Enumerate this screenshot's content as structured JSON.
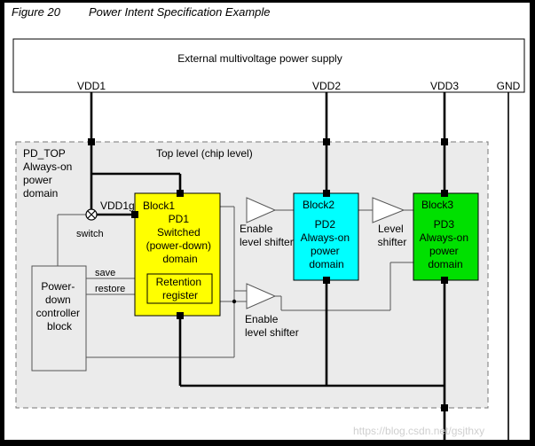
{
  "figure": {
    "number": "Figure 20",
    "title": "Power Intent Specification Example"
  },
  "supply": {
    "title": "External multivoltage power supply"
  },
  "rails": {
    "vdd1": "VDD1",
    "vdd2": "VDD2",
    "vdd3": "VDD3",
    "gnd": "GND"
  },
  "pd_top": {
    "line1": "PD_TOP",
    "line2": "Always-on",
    "line3": "power",
    "line4": "domain"
  },
  "top_level": "Top level (chip level)",
  "vdd1g": "VDD1g",
  "switch_label": "switch",
  "controller": {
    "line1": "Power-",
    "line2": "down",
    "line3": "controller",
    "line4": "block"
  },
  "save": "save",
  "restore": "restore",
  "block1": {
    "name": "Block1",
    "line1": "PD1",
    "line2": "Switched",
    "line3": "(power-down)",
    "line4": "domain",
    "color": "#ffff00"
  },
  "retention": {
    "line1": "Retention",
    "line2": "register"
  },
  "block2": {
    "name": "Block2",
    "line1": "PD2",
    "line2": "Always-on",
    "line3": "power",
    "line4": "domain",
    "color": "#00ffff"
  },
  "block3": {
    "name": "Block3",
    "line1": "PD3",
    "line2": "Always-on",
    "line3": "power",
    "line4": "domain",
    "color": "#00e000"
  },
  "enable_ls_top": {
    "line1": "Enable",
    "line2": "level shifter"
  },
  "level_shifter": {
    "line1": "Level",
    "line2": "shifter"
  },
  "enable_ls_bottom": {
    "line1": "Enable",
    "line2": "level shifter"
  },
  "watermark": "https://blog.csdn.net/gsjthxy"
}
